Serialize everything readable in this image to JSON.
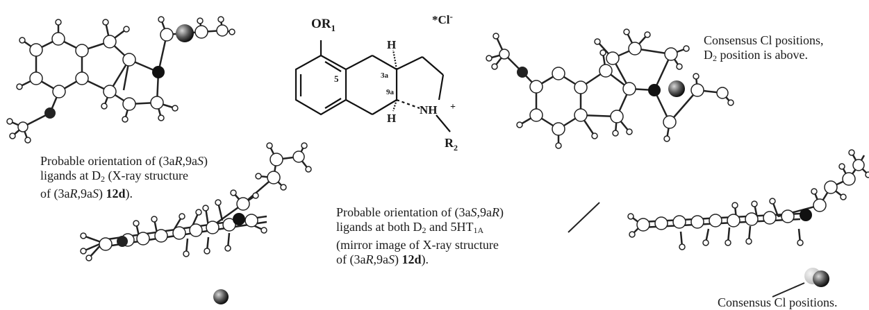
{
  "scheme": {
    "or_label": "OR",
    "or_sub": "1",
    "chloride": "*Cl",
    "chloride_charge": "-",
    "pos5": "5",
    "pos3a": "3a",
    "pos9a": "9a",
    "h_top": "H",
    "h_bottom": "H",
    "nh": "NH",
    "nh_charge": "+",
    "r2": "R",
    "r2_sub": "2"
  },
  "caption_right_top": {
    "line1": "Consensus Cl positions,",
    "line2_d": "D",
    "line2_sub": "2",
    "line2_rest": " position is above."
  },
  "caption_left": {
    "l1_a": "Probable orientation of (3a",
    "l1_R": "R",
    "l1_b": ",9a",
    "l1_S": "S",
    "l1_c": ")",
    "l2_a": "ligands at D",
    "l2_sub": "2",
    "l2_b": " (X-ray structure",
    "l3_a": "of (3a",
    "l3_R": "R",
    "l3_b": ",9a",
    "l3_S": "S",
    "l3_c": ") ",
    "l3_bold": "12d",
    "l3_d": ")."
  },
  "caption_center": {
    "l1_a": "Probable orientation of (3a",
    "l1_S": "S",
    "l1_b": ",9a",
    "l1_R": "R",
    "l1_c": ")",
    "l2_a": "ligands at both D",
    "l2_sub": "2",
    "l2_b": " and 5HT",
    "l2_sub2": "1A",
    "l3": "(mirror image of X-ray structure",
    "l4_a": "of (3a",
    "l4_R": "R",
    "l4_b": ",9a",
    "l4_S": "S",
    "l4_c": ") ",
    "l4_bold": "12d",
    "l4_d": ")."
  },
  "caption_bottom_right": {
    "text": "Consensus Cl positions."
  }
}
